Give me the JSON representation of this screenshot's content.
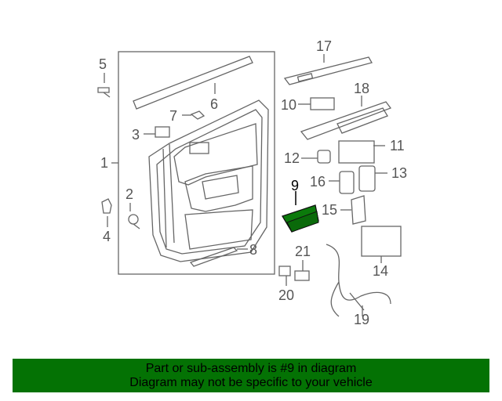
{
  "callouts": {
    "c1": "1",
    "c2": "2",
    "c3": "3",
    "c4": "4",
    "c5": "5",
    "c6": "6",
    "c7": "7",
    "c8": "8",
    "c9": "9",
    "c10": "10",
    "c11": "11",
    "c12": "12",
    "c13": "13",
    "c14": "14",
    "c15": "15",
    "c16": "16",
    "c17": "17",
    "c18": "18",
    "c19": "19",
    "c20": "20",
    "c21": "21"
  },
  "highlight": {
    "part": "9",
    "color": "#0b7a0b"
  },
  "footer": {
    "line1": "Part or sub-assembly is #9 in diagram",
    "line2": "Diagram may not be specific to your vehicle",
    "background": "#047204"
  }
}
